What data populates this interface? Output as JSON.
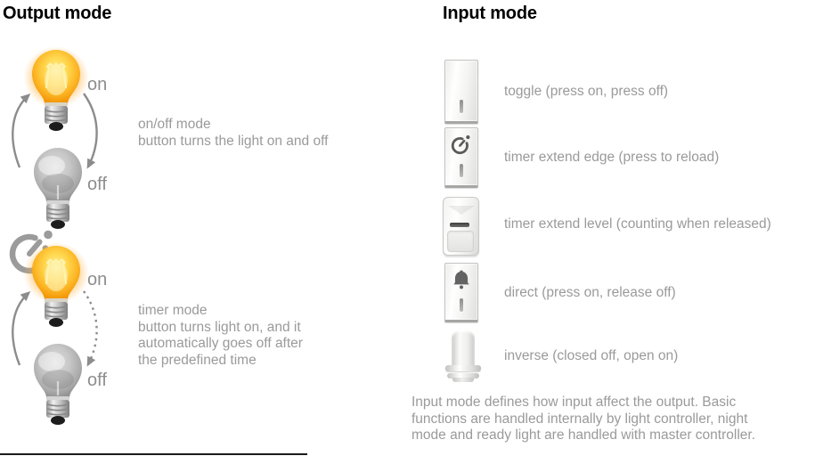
{
  "output_section": {
    "title": "Output mode",
    "onoff_mode": {
      "on_label": "on",
      "off_label": "off",
      "name": "on/off mode",
      "description": "button turns the light on and off"
    },
    "timer_mode": {
      "on_label": "on",
      "off_label": "off",
      "name": "timer mode",
      "description": "button turns light on, and it\nautomatically goes off after\nthe predefined time"
    }
  },
  "input_section": {
    "title": "Input mode",
    "items": [
      {
        "icon": "toggle-switch-icon",
        "label": "toggle (press on, press off)"
      },
      {
        "icon": "timer-extend-edge-switch-icon",
        "label": "timer extend edge (press to reload)"
      },
      {
        "icon": "motion-sensor-icon",
        "label": "timer extend level (counting when released)"
      },
      {
        "icon": "doorbell-switch-icon",
        "label": "direct (press on, release off)"
      },
      {
        "icon": "plunger-contact-icon",
        "label": "inverse (closed off, open on)"
      }
    ],
    "footnote": "Input mode defines how input affect the output. Basic\nfunctions are handled internally by light controller, night\nmode and ready light are handled with master controller."
  },
  "colors": {
    "heading_text": "#000000",
    "body_text": "#9a9a9a",
    "bulb_on": "#fcb525",
    "bulb_glow": "#ffa528",
    "bulb_off": "#b5b5b5",
    "arrow_gray": "#8c8c8c",
    "glyph_gray": "#5a5a5a"
  }
}
